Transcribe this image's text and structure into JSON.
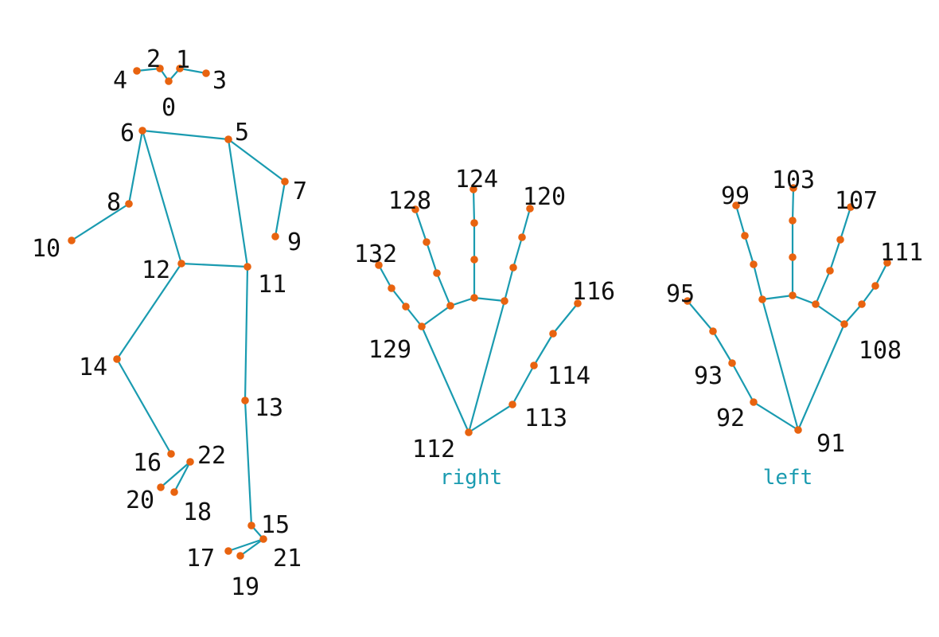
{
  "colors": {
    "bone": "#1a9bb0",
    "joint": "#e8630f",
    "label": "#111111",
    "caption": "#1a9bb0",
    "background": "#ffffff"
  },
  "captions": {
    "right": "right",
    "left": "left"
  },
  "body_labels": [
    "0",
    "1",
    "2",
    "3",
    "4",
    "5",
    "6",
    "7",
    "8",
    "9",
    "10",
    "11",
    "12",
    "13",
    "14",
    "15",
    "16",
    "17",
    "18",
    "19",
    "20",
    "21",
    "22"
  ],
  "right_hand_labels": [
    "112",
    "113",
    "114",
    "116",
    "120",
    "124",
    "128",
    "129",
    "132"
  ],
  "left_hand_labels": [
    "91",
    "92",
    "93",
    "95",
    "99",
    "103",
    "107",
    "108",
    "111"
  ]
}
